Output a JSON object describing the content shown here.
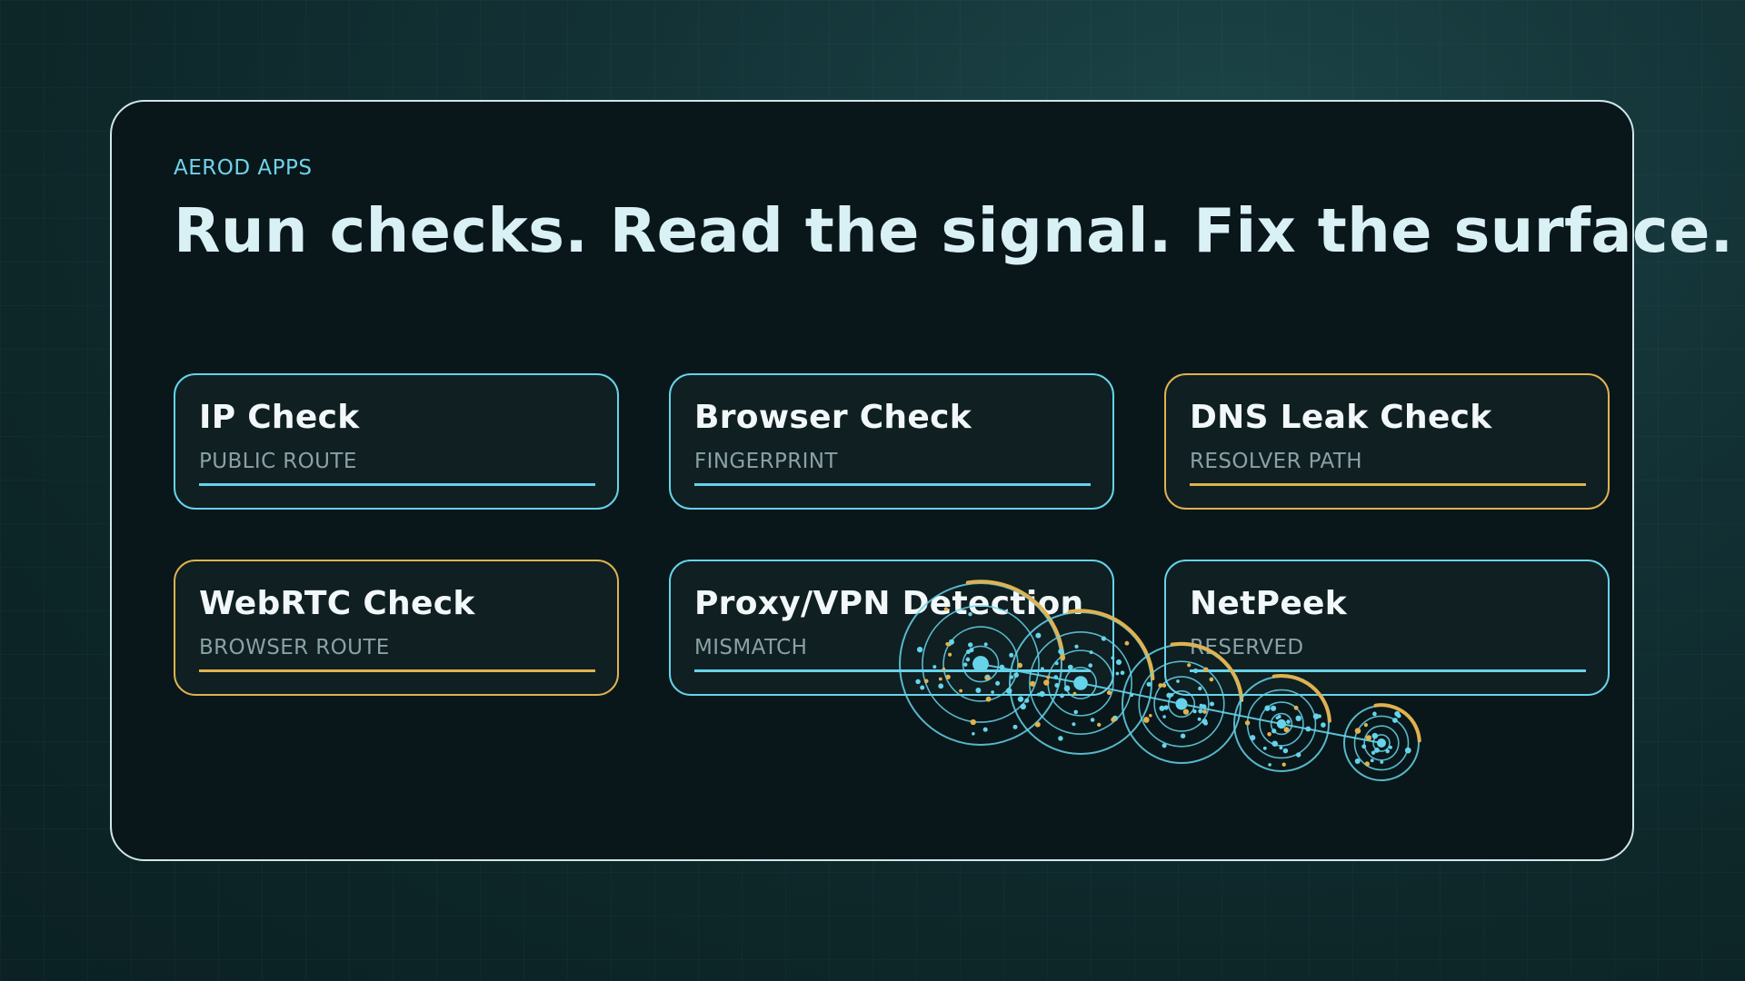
{
  "brand": "AEROD APPS",
  "headline": "Run checks. Read the signal. Fix the surface.",
  "colors": {
    "accent_cyan": "#66d3ea",
    "accent_gold": "#e0b24f",
    "panel_bg": "#09171a",
    "text_primary": "#f2f8f9",
    "text_muted": "#8aa1a6"
  },
  "tools": [
    {
      "title": "IP Check",
      "subtitle": "PUBLIC ROUTE",
      "tone": "cyan"
    },
    {
      "title": "Browser Check",
      "subtitle": "FINGERPRINT",
      "tone": "cyan"
    },
    {
      "title": "DNS Leak Check",
      "subtitle": "RESOLVER PATH",
      "tone": "gold"
    },
    {
      "title": "WebRTC Check",
      "subtitle": "BROWSER ROUTE",
      "tone": "gold"
    },
    {
      "title": "Proxy/VPN Detection",
      "subtitle": "MISMATCH",
      "tone": "cyan"
    },
    {
      "title": "NetPeek",
      "subtitle": "RESERVED",
      "tone": "cyan"
    }
  ]
}
